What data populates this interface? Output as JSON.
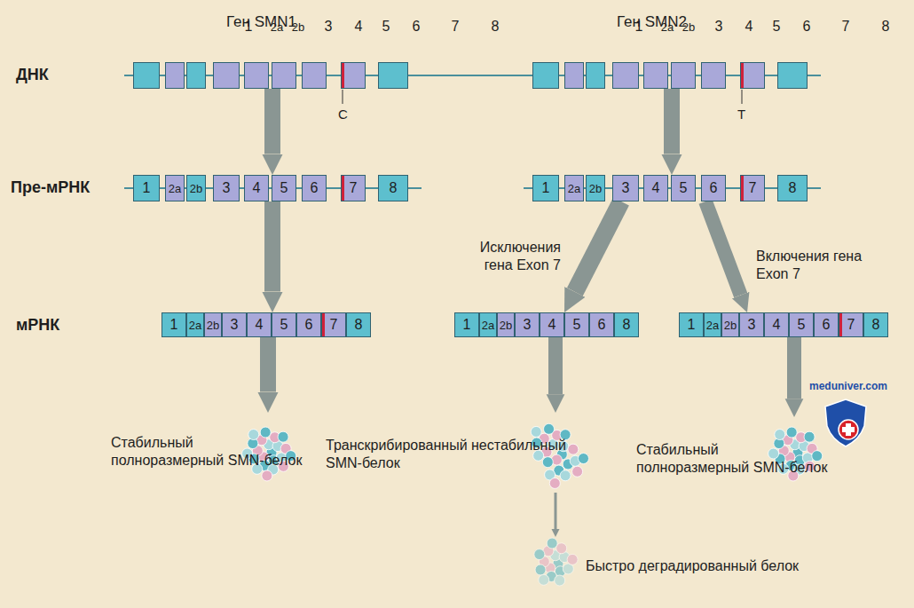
{
  "diagram": {
    "nodes": [
      {
        "text": [
          "Ген SMN1"
        ]
      },
      {
        "text": [
          "1"
        ],
        "in": 0
      },
      {
        "text": [
          "2a"
        ],
        "in": 0
      },
      {
        "text": [
          "2b"
        ],
        "in": 0
      },
      {
        "text": [
          "3"
        ],
        "in": 0
      },
      {
        "text": [
          "4"
        ],
        "in": 0
      },
      {
        "text": [
          "5"
        ],
        "in": 0
      },
      {
        "text": [
          "6"
        ],
        "in": 0
      },
      {
        "text": [
          "7"
        ],
        "in": 0
      },
      {
        "text": [
          "8"
        ],
        "in": 0
      },
      {
        "text": [
          "Ген SMN2"
        ]
      },
      {
        "text": [
          "1"
        ],
        "in": 10
      },
      {
        "text": [
          "2a"
        ],
        "in": 10
      },
      {
        "text": [
          "2b"
        ],
        "in": 10
      },
      {
        "text": [
          "3"
        ],
        "in": 10
      },
      {
        "text": [
          "4"
        ],
        "in": 10
      },
      {
        "text": [
          "5"
        ],
        "in": 10
      },
      {
        "text": [
          "6"
        ],
        "in": 10
      },
      {
        "text": [
          "7"
        ],
        "in": 10
      },
      {
        "text": [
          "8"
        ],
        "in": 10
      },
      {
        "text": []
      },
      {
        "text": [
          "1"
        ],
        "in": 20
      },
      {
        "text": [
          "2a"
        ],
        "in": 20
      },
      {
        "text": [
          "2b"
        ],
        "in": 20
      },
      {
        "text": [
          "3"
        ],
        "in": 20
      },
      {
        "text": [
          "4"
        ],
        "in": 20
      },
      {
        "text": [
          "5"
        ],
        "in": 20
      },
      {
        "text": [
          "6"
        ],
        "in": 20
      },
      {
        "text": [
          "7"
        ],
        "in": 20
      },
      {
        "text": [
          "8"
        ],
        "in": 20
      },
      {
        "text": []
      },
      {
        "text": [
          "1"
        ],
        "in": 30
      },
      {
        "text": [
          "2a"
        ],
        "in": 30
      },
      {
        "text": [
          "2b"
        ],
        "in": 30
      },
      {
        "text": [
          "3"
        ],
        "in": 30
      },
      {
        "text": [
          "4"
        ],
        "in": 30
      },
      {
        "text": [
          "5"
        ],
        "in": 30
      },
      {
        "text": [
          "6"
        ],
        "in": 30
      },
      {
        "text": [
          "7"
        ],
        "in": 30
      },
      {
        "text": [
          "8"
        ],
        "in": 30
      },
      {
        "text": []
      },
      {
        "text": [
          "1"
        ],
        "in": 40
      },
      {
        "text": [
          "2a"
        ],
        "in": 40
      },
      {
        "text": [
          "2b"
        ],
        "in": 40
      },
      {
        "text": [
          "3"
        ],
        "in": 40
      },
      {
        "text": [
          "4"
        ],
        "in": 40
      },
      {
        "text": [
          "5"
        ],
        "in": 40
      },
      {
        "text": [
          "6"
        ],
        "in": 40
      },
      {
        "text": [
          "7"
        ],
        "in": 40
      },
      {
        "text": [
          "8"
        ],
        "in": 40
      },
      {
        "text": []
      },
      {
        "text": [
          "1"
        ],
        "in": 50
      },
      {
        "text": [
          "2a"
        ],
        "in": 50
      },
      {
        "text": [
          "2b"
        ],
        "in": 50
      },
      {
        "text": [
          "3"
        ],
        "in": 50
      },
      {
        "text": [
          "4"
        ],
        "in": 50
      },
      {
        "text": [
          "5"
        ],
        "in": 50
      },
      {
        "text": [
          "6"
        ],
        "in": 50
      },
      {
        "text": [
          "8"
        ],
        "in": 50
      },
      {
        "text": []
      },
      {
        "text": [
          "1"
        ],
        "in": 59
      },
      {
        "text": [
          "2a"
        ],
        "in": 59
      },
      {
        "text": [
          "2b"
        ],
        "in": 59
      },
      {
        "text": [
          "3"
        ],
        "in": 59
      },
      {
        "text": [
          "4"
        ],
        "in": 59
      },
      {
        "text": [
          "5"
        ],
        "in": 59
      },
      {
        "text": [
          "6"
        ],
        "in": 59
      },
      {
        "text": [
          "7"
        ],
        "in": 59
      },
      {
        "text": [
          "8"
        ],
        "in": 59
      },
      {
        "text": [
          "Стабильный полноразмерный SMN-белок"
        ]
      },
      {
        "text": [
          "Транскрибированный нестабильный SMN-белок"
        ]
      },
      {
        "text": [
          "Стабильный полноразмерный SMN-белок"
        ]
      },
      {
        "text": [
          "Быстро деградированный белок"
        ]
      }
    ],
    "edges": [
      {
        "from": 0,
        "to": 20,
        "arrow": "to"
      },
      {
        "from": 20,
        "to": 40,
        "arrow": "to"
      },
      {
        "from": 40,
        "to": 69,
        "arrow": "to"
      },
      {
        "from": 10,
        "to": 30,
        "arrow": "to"
      },
      {
        "from": 30,
        "to": 50,
        "label": "Исключения гена Exon 7",
        "arrow": "to"
      },
      {
        "from": 30,
        "to": 59,
        "label": "Включения гена Exon 7",
        "arrow": "to"
      },
      {
        "from": 50,
        "to": 70,
        "arrow": "to"
      },
      {
        "from": 59,
        "to": 71,
        "arrow": "to"
      },
      {
        "from": 70,
        "to": 72,
        "arrow": "to"
      }
    ],
    "labels": [
      "ДНК",
      "Пре-мРНК",
      "мРНК",
      "C",
      "T",
      "meduniver.com"
    ]
  }
}
